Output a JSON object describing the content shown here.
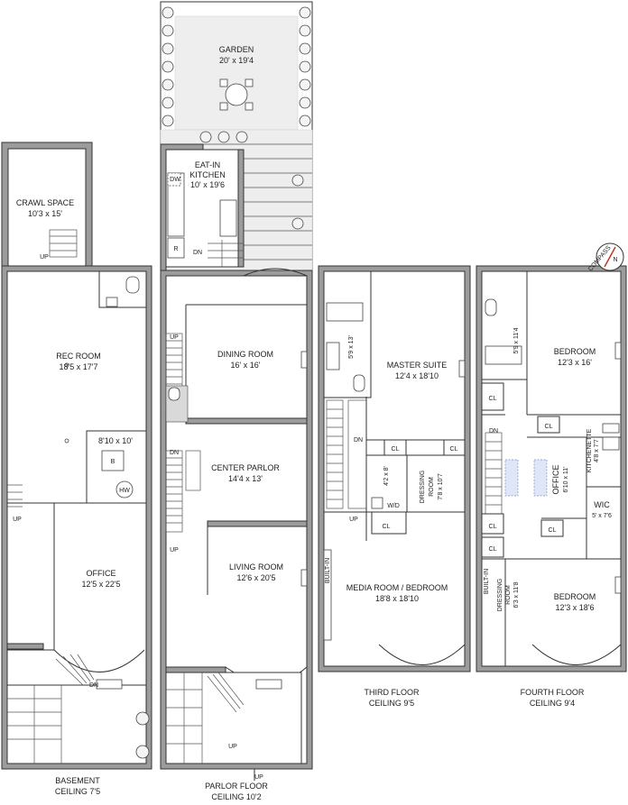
{
  "floors": {
    "basement": {
      "name": "BASEMENT",
      "ceiling": "CEILING 7'5",
      "rooms": {
        "crawl_space": {
          "name": "CRAWL SPACE",
          "size": "10'3 x 15'"
        },
        "rec_room": {
          "name": "REC ROOM",
          "size": "18'5 x 17'7"
        },
        "storage": {
          "size": "8'10 x 10'"
        },
        "office": {
          "name": "OFFICE",
          "size": "12'5 x 22'5"
        }
      },
      "fixtures": {
        "boiler": "B",
        "water_heater": "HW"
      },
      "stairs": {
        "up1": "UP",
        "up2": "UP",
        "dn": "DN"
      }
    },
    "parlor": {
      "name": "PARLOR FLOOR",
      "ceiling": "CEILING 10'2",
      "rooms": {
        "garden": {
          "name": "GARDEN",
          "size": "20' x 19'4"
        },
        "kitchen": {
          "name_line1": "EAT-IN",
          "name_line2": "KITCHEN",
          "size": "10' x 19'6"
        },
        "dining": {
          "name": "DINING ROOM",
          "size": "16' x 16'"
        },
        "center_parlor": {
          "name": "CENTER PARLOR",
          "size": "14'4 x 13'"
        },
        "living": {
          "name": "LIVING ROOM",
          "size": "12'6 x 20'5"
        }
      },
      "fixtures": {
        "dishwasher": "DW",
        "refrigerator": "R"
      },
      "stairs": {
        "dn_kitchen": "DN",
        "up1": "UP",
        "dn1": "DN",
        "up2": "UP",
        "up_stoop": "UP",
        "up_entry": "UP"
      }
    },
    "third": {
      "name": "THIRD FLOOR",
      "ceiling": "CEILING 9'5",
      "rooms": {
        "master": {
          "name": "MASTER SUITE",
          "size": "12'4 x 18'10"
        },
        "bath_size": "5'9 x 13'",
        "closet_small": "4'2 x 8'",
        "dressing": {
          "name_line1": "DRESSING",
          "name_line2": "ROOM",
          "size": "7'8 x 10'7"
        },
        "media": {
          "name": "MEDIA ROOM / BEDROOM",
          "size": "18'8 x 18'10"
        }
      },
      "labels": {
        "cl": "CL",
        "wd": "W/D",
        "built_in": "BUILT-IN",
        "dn": "DN",
        "up": "UP"
      }
    },
    "fourth": {
      "name": "FOURTH FLOOR",
      "ceiling": "CEILING 9'4",
      "rooms": {
        "bath_size": "5'9 x 11'4",
        "bedroom1": {
          "name": "BEDROOM",
          "size": "12'3 x 16'"
        },
        "kitchenette": {
          "name": "KITCHENETTE",
          "size": "4'8 x 7'7"
        },
        "office": {
          "name": "OFFICE",
          "size": "6'10 x 11'"
        },
        "wic": {
          "name": "WIC",
          "size": "5' x 7'6"
        },
        "dressing": {
          "name_line1": "DRESSING",
          "name_line2": "ROOM",
          "size": "6'3 x 11'8"
        },
        "bedroom2": {
          "name": "BEDROOM",
          "size": "12'3 x 18'6"
        }
      },
      "labels": {
        "cl": "CL",
        "built_in": "BUILT-IN",
        "dn": "DN"
      }
    }
  },
  "compass": {
    "label": "COMPASS",
    "north": "N"
  }
}
